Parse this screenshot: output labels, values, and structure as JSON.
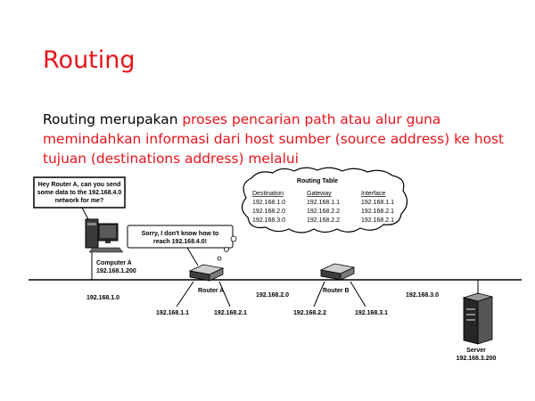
{
  "slide": {
    "title": "Routing",
    "para_lead": "Routing merupakan ",
    "para_red": "proses pencarian path atau alur guna memindahkan informasi dari host sumber (source address) ke host tujuan (destinations address) melalui"
  },
  "diagram": {
    "bubble_computer": [
      "Hey Router A, can you send",
      "some data to the 192.168.4.0",
      "network for me?"
    ],
    "bubble_router": [
      "Sorry, I don't know how to",
      "reach 192.168.4.0!"
    ],
    "routing_table": {
      "title": "Routing Table",
      "headers": [
        "Destination",
        "Gateway",
        "Interface"
      ],
      "rows": [
        [
          "192.168.1.0",
          "192.168.1.1",
          "192.168.1.1"
        ],
        [
          "192.168.2.0",
          "192.168.2.2",
          "192.168.2.1"
        ],
        [
          "192.168.3.0",
          "192.168.2.2",
          "192.168.2.1"
        ]
      ]
    },
    "computer_label": [
      "Computer A",
      "192.168.1.200"
    ],
    "router_a_label": "Router A",
    "router_b_label": "Router B",
    "server_label": [
      "Server",
      "192.168.3.200"
    ],
    "networks": [
      "192.168.1.0",
      "192.168.2.0",
      "192.168.3.0"
    ],
    "interfaces": [
      "192.168.1.1",
      "192.168.2.1",
      "192.168.2.2",
      "192.168.3.1"
    ]
  }
}
